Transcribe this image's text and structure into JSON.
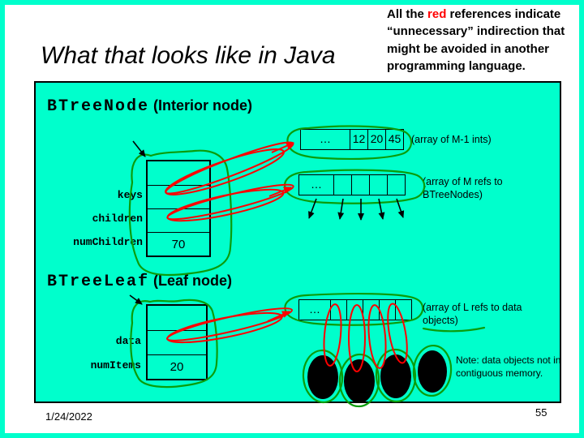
{
  "colors": {
    "background": "#00ffcc",
    "pen_green": "#0b9c0b",
    "pen_red": "#ff0000"
  },
  "title": "What that looks like in Java",
  "annotation": {
    "pre": "All the ",
    "highlight": "red",
    "post": " references indicate “unnecessary” indirection that might be avoided in another programming language."
  },
  "interior": {
    "name": "BTreeNode",
    "kind": " (Interior node)",
    "fields": [
      "keys",
      "children",
      "numChildren"
    ],
    "num_children_value": "70",
    "int_array": {
      "cells": [
        "…",
        "12",
        "20",
        "45"
      ],
      "label": "(array of M-1 ints)"
    },
    "ref_array": {
      "cells": [
        "…",
        "",
        "",
        "",
        ""
      ],
      "label": "(array of M refs to BTreeNodes)"
    }
  },
  "leaf": {
    "name": "BTreeLeaf",
    "kind": " (Leaf node)",
    "fields": [
      "data",
      "numItems"
    ],
    "num_items_value": "20",
    "ref_array": {
      "cells": [
        "…",
        "",
        "",
        "",
        "",
        ""
      ],
      "label": "(array of L refs to data objects)"
    },
    "note": "Note: data objects not in contiguous memory."
  },
  "footer": {
    "date": "1/24/2022",
    "page": "55"
  }
}
